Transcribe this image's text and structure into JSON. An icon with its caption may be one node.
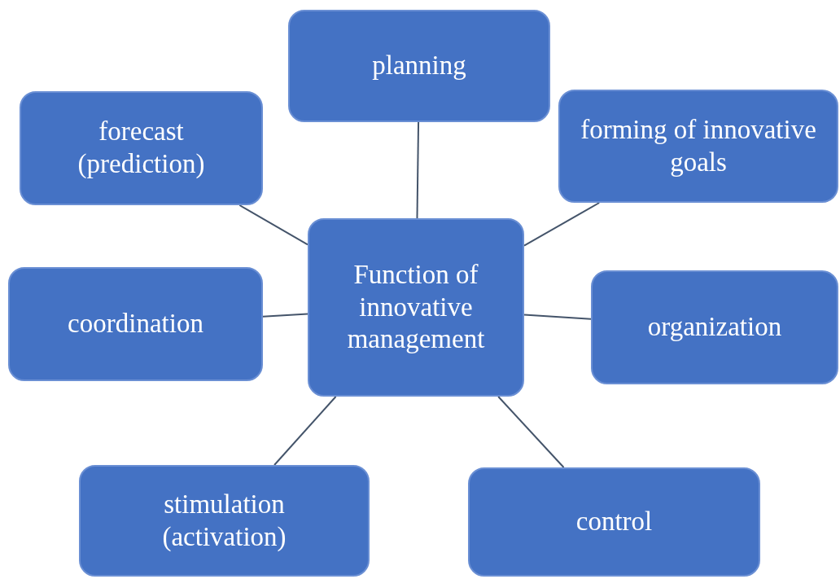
{
  "diagram": {
    "nodes": [
      {
        "text": [
          "planning"
        ]
      },
      {
        "text": [
          "forecast (prediction)"
        ]
      },
      {
        "text": [
          "forming of innovative goals"
        ]
      },
      {
        "text": [
          "Function of innovative management"
        ]
      },
      {
        "text": [
          "coordination"
        ]
      },
      {
        "text": [
          "organization"
        ]
      },
      {
        "text": [
          "stimulation (activation)"
        ]
      },
      {
        "text": [
          "control"
        ]
      }
    ],
    "edges": [
      {
        "from": 3,
        "to": 0,
        "arrow": "none"
      },
      {
        "from": 3,
        "to": 1,
        "arrow": "none"
      },
      {
        "from": 3,
        "to": 2,
        "arrow": "none"
      },
      {
        "from": 3,
        "to": 4,
        "arrow": "none"
      },
      {
        "from": 3,
        "to": 5,
        "arrow": "none"
      },
      {
        "from": 3,
        "to": 6,
        "arrow": "none"
      },
      {
        "from": 3,
        "to": 7,
        "arrow": "none"
      }
    ]
  }
}
